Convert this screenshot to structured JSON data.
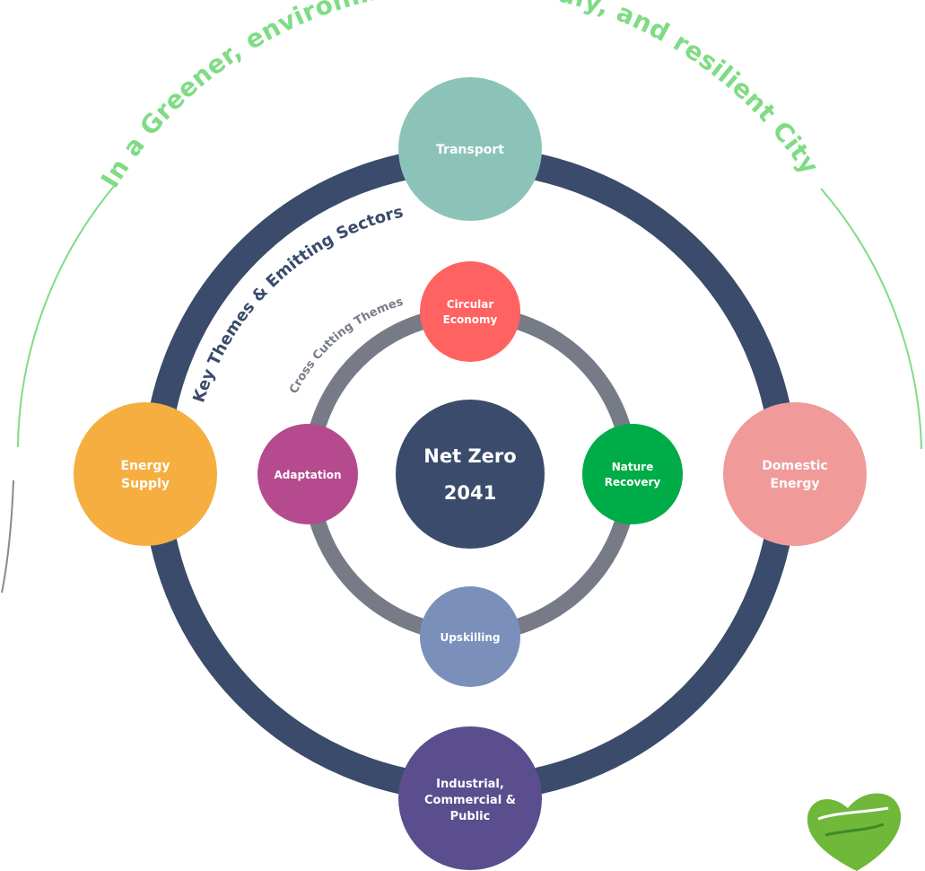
{
  "header": {
    "vision": "In a Greener, environmentally friendly, and resilient City",
    "vision_color": "#7fdc85"
  },
  "center": {
    "line1": "Net Zero",
    "line2": "2041",
    "color": "#3a4b6b"
  },
  "outer_ring": {
    "label": "Key Themes & Emitting Sectors",
    "color": "#3a4b6b",
    "nodes": [
      {
        "id": "transport",
        "lines": [
          "Transport"
        ],
        "color": "#8cc3b8"
      },
      {
        "id": "domestic-energy",
        "lines": [
          "Domestic",
          "Energy"
        ],
        "color": "#f09a9a"
      },
      {
        "id": "industrial",
        "lines": [
          "Industrial,",
          "Commercial &",
          "Public"
        ],
        "color": "#5a4e8e"
      },
      {
        "id": "energy-supply",
        "lines": [
          "Energy",
          "Supply"
        ],
        "color": "#f5ae3f"
      }
    ]
  },
  "inner_ring": {
    "label": "Cross Cutting Themes",
    "color": "#767b87",
    "nodes": [
      {
        "id": "circular-economy",
        "lines": [
          "Circular",
          "Economy"
        ],
        "color": "#ff6361"
      },
      {
        "id": "nature-recovery",
        "lines": [
          "Nature",
          "Recovery"
        ],
        "color": "#00ac47"
      },
      {
        "id": "upskilling",
        "lines": [
          "Upskilling"
        ],
        "color": "#7a90bb"
      },
      {
        "id": "adaptation",
        "lines": [
          "Adaptation"
        ],
        "color": "#b54b8e"
      }
    ]
  },
  "logo": {
    "icon": "heart-leaf-logo-icon",
    "color": "#6fb83a"
  }
}
